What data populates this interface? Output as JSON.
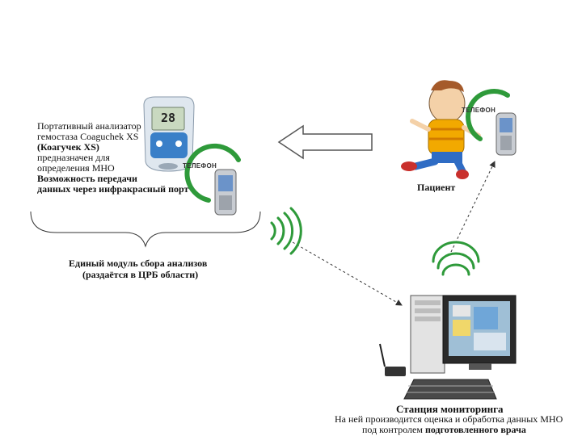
{
  "analyzer": {
    "description_lines": [
      "Портативный анализатор",
      "гемостаза Coaguchek XS",
      "(Коагучек XS)",
      "предназначен для",
      "определения МНО",
      "Возможность передачи",
      "данных через инфракрасный порт"
    ],
    "display_value": "28"
  },
  "phone_label": "ТЕЛЕФОН",
  "patient": {
    "label": "Пациент"
  },
  "module": {
    "title": "Единый модуль сбора анализов",
    "subtitle": "(раздаётся в ЦРБ области)"
  },
  "station": {
    "title": "Станция мониторинга",
    "line1": "На ней производится оценка и обработка данных МНО",
    "line2_prefix": "под  контролем",
    "line2_bold": "подготовленного врача"
  },
  "colors": {
    "signal_ring": "#2e9a3a",
    "arrow": "#333333",
    "device_body": "#dfe7ef",
    "device_accent": "#3a7fc8",
    "patient_shirt": "#f2a900",
    "patient_pants": "#2f6cc4"
  }
}
